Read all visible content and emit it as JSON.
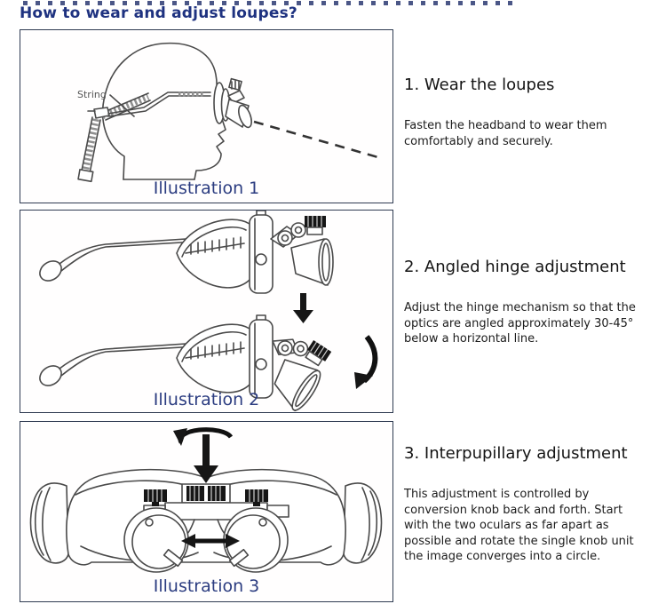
{
  "page": {
    "title": "How to wear and adjust loupes?"
  },
  "figures": [
    {
      "caption": "Illustration 1",
      "label": "String"
    },
    {
      "caption": "Illustration 2"
    },
    {
      "caption": "Illustration 3"
    }
  ],
  "steps": [
    {
      "heading": "1. Wear the loupes",
      "body": "Fasten the headband to wear them comfortably and securely."
    },
    {
      "heading": "2. Angled hinge adjustment",
      "body": "Adjust the hinge mechanism so that the optics are angled approximately 30-45° below a horizontal line."
    },
    {
      "heading": "3. Interpupillary adjustment",
      "body": "This adjustment is controlled by conversion knob back and forth. Start with the two oculars as far apart as possible and rotate the single knob unit the image converges into a circle."
    }
  ],
  "colors": {
    "title": "#1e3280",
    "caption": "#2b3c80",
    "box_border": "#2f3b52",
    "body_text": "#1c1c1c",
    "line_art": "#4a4a4a",
    "arrow": "#111111"
  }
}
